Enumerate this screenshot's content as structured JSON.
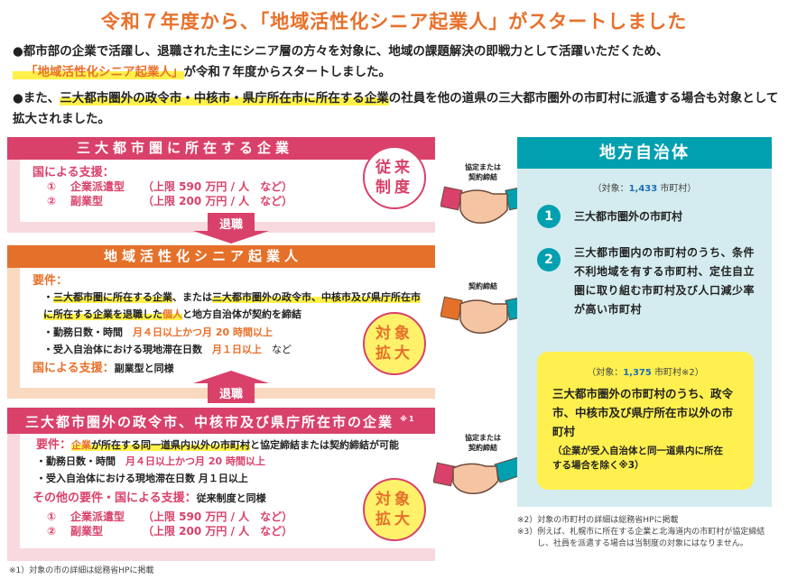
{
  "title": "令和７年度から、「地域活性化シニア起業人」がスタートしました",
  "intro": {
    "b1_a": "●都市部の企業で活躍し、退職された主にシニア層の方々を対象に、地域の課題解決の即戦力として活躍いただくため、",
    "b1_b": "「地域活性化シニア起業人」",
    "b1_c": "が令和７年度からスタートしました。",
    "b2_a": "●また、",
    "b2_b": "三大都市圏外の政令市・中核市・県庁所在市に所在する企業",
    "b2_c": "の社員を他の道県の三大都市圏外の市町村に派遣する場合も対象として拡大されました。"
  },
  "box1": {
    "header": "三大都市圏に所在する企業",
    "support": "国による支援：",
    "item1_no": "①",
    "item1_name": "企業派遣型",
    "item1_limit": "（上限 590 万円 / 人　など）",
    "item2_no": "②",
    "item2_name": "副業型",
    "item2_limit": "（上限 200 万円 / 人　など）",
    "badge_l1": "従来",
    "badge_l2": "制度"
  },
  "arrow1": "退職",
  "box2": {
    "header": "地域活性化シニア起業人",
    "req": "要件：",
    "r1_a": "三大都市圏に所在する企業",
    "r1_b": "、または",
    "r1_c": "三大都市圏外の政令市、中核市及び県庁所在市に所在する企業を退職した",
    "r1_d": "個人",
    "r1_e": "と地方自治体が契約を締結",
    "r2_a": "・勤務日数・時間",
    "r2_b": "月４日以上かつ月 20 時間以上",
    "r3_a": "・受入自治体における現地滞在日数",
    "r3_b": "月１日以上",
    "r3_c": "など",
    "support": "国による支援：",
    "support_val": "副業型と同様",
    "badge_l1": "対象",
    "badge_l2": "拡大"
  },
  "arrow2": "退職",
  "box3": {
    "header": "三大都市圏外の政令市、中核市及び県庁所在市の企業",
    "header_note": "※1",
    "req": "要件：",
    "req_a": "企業",
    "req_b": "が所在する同一道県内以外の市町村",
    "req_c": "と協定締結または契約締結が可能",
    "r2_a": "・勤務日数・時間",
    "r2_b": "月４日以上かつ月 20 時間以上",
    "r3": "・受入自治体における現地滞在日数 月１日以上",
    "other": "その他の要件・国による支援：",
    "other_val": "従来制度と同様",
    "item1_no": "①",
    "item1_name": "企業派遣型",
    "item1_limit": "（上限 590 万円 / 人　など）",
    "item2_no": "②",
    "item2_name": "副業型",
    "item2_limit": "（上限 200 万円 / 人　など）",
    "badge_l1": "対象",
    "badge_l2": "拡大"
  },
  "footnote1": "※1）対象の市の詳細は総務省HPに掲載",
  "handshakes": {
    "h1_l1": "協定または",
    "h1_l2": "契約締結",
    "h2": "契約締結",
    "h3_l1": "協定または",
    "h3_l2": "契約締結"
  },
  "local": {
    "header": "地方自治体",
    "count1_a": "（対象：",
    "count1_n": "1,433",
    "count1_b": " 市町村）",
    "n1": "1",
    "item1": "三大都市圏外の市町村",
    "n2": "2",
    "item2": "三大都市圏内の市町村のうち、条件不利地域を有する市町村、定住自立圏に取り組む市町村及び人口減少率が高い市町村",
    "count2_a": "（対象：",
    "count2_n": "1,375",
    "count2_b": " 市町村※2）",
    "item3": "三大都市圏外の市町村のうち、政令市、中核市及び県庁所在市以外の市町村",
    "item3_note": "（企業が受入自治体と同一道県内に所在する場合を除く※3）"
  },
  "footnote2": "※2）対象の市町村の詳細は総務省HPに掲載",
  "footnote3": "※3）例えば、札幌市に所在する企業と北海道内の市町村が協定締結し、社員を派遣する場合は当制度の対象にはなりません。",
  "colors": {
    "pink": "#d9416a",
    "orange": "#e5702a",
    "teal": "#00a0b0",
    "yellow": "#fff04f"
  }
}
